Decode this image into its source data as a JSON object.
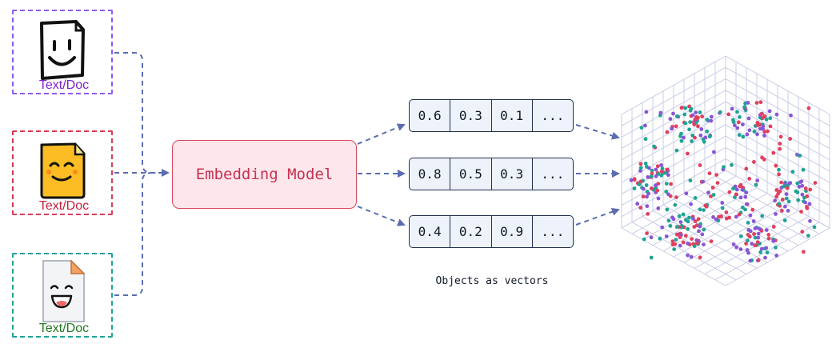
{
  "documents": [
    {
      "label": "Text/Doc",
      "color": "#8b5cf6",
      "label_color": "#7e22ce",
      "icon": "smiley-document-icon"
    },
    {
      "label": "Text/Doc",
      "color": "#dc3c5a",
      "label_color": "#c81e3c",
      "icon": "yellow-face-document-icon"
    },
    {
      "label": "Text/Doc",
      "color": "#22a39a",
      "label_color": "#1f7a1f",
      "icon": "laughing-document-icon"
    }
  ],
  "model": {
    "label": "Embedding Model"
  },
  "vectors": [
    {
      "cells": [
        "0.6",
        "0.3",
        "0.1",
        "..."
      ]
    },
    {
      "cells": [
        "0.8",
        "0.5",
        "0.3",
        "..."
      ]
    },
    {
      "cells": [
        "0.4",
        "0.2",
        "0.9",
        "..."
      ]
    }
  ],
  "caption": "Objects as vectors",
  "colors": {
    "arrow": "#5b6db0",
    "point_red": "#e0405e",
    "point_teal": "#1fa394",
    "point_purple": "#8a55d8"
  },
  "scatter_icon": "3d-vector-space-scatter"
}
